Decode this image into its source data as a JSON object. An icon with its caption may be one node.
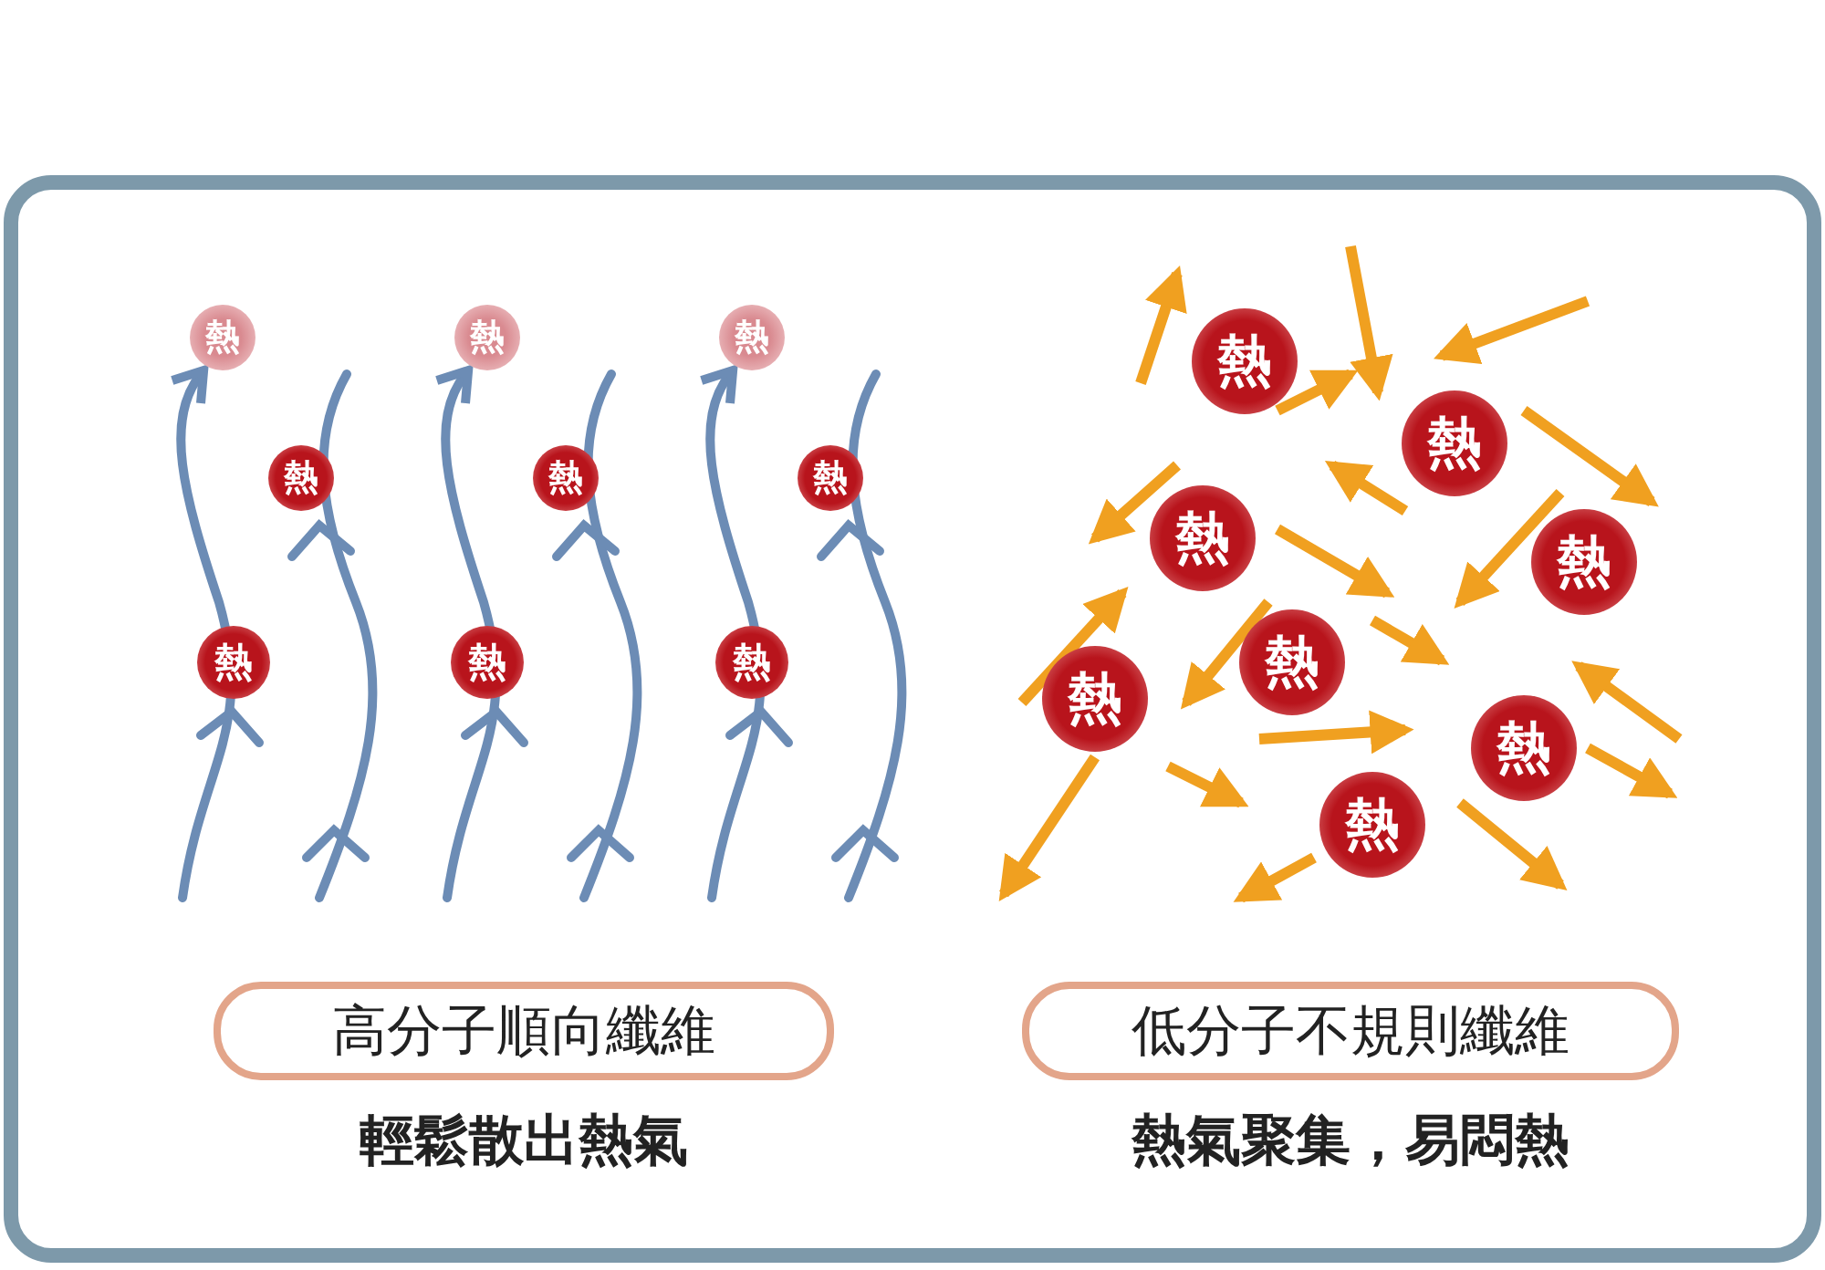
{
  "diagram": {
    "nodes": [
      {
        "text": [
          "熱"
        ]
      },
      {
        "text": [
          "熱"
        ]
      },
      {
        "text": [
          "熱"
        ]
      },
      {
        "text": [
          "熱"
        ]
      },
      {
        "text": [
          "熱"
        ]
      },
      {
        "text": [
          "熱"
        ]
      },
      {
        "text": [
          "熱"
        ]
      },
      {
        "text": [
          "熱"
        ]
      },
      {
        "text": [
          "熱"
        ]
      },
      {
        "text": [
          "熱"
        ]
      },
      {
        "text": [
          "熱"
        ]
      },
      {
        "text": [
          "熱"
        ]
      },
      {
        "text": [
          "熱"
        ]
      },
      {
        "text": [
          "熱"
        ]
      },
      {
        "text": [
          "熱"
        ]
      },
      {
        "text": [
          "熱"
        ]
      },
      {
        "text": [
          "熱"
        ]
      },
      {
        "text": [
          "高分子順向纖維"
        ],
        "beside": [
          "輕鬆散出熱氣"
        ]
      },
      {
        "text": [
          "低分子不規則纖維"
        ],
        "beside": [
          "熱氣聚集，易悶熱"
        ]
      }
    ]
  }
}
